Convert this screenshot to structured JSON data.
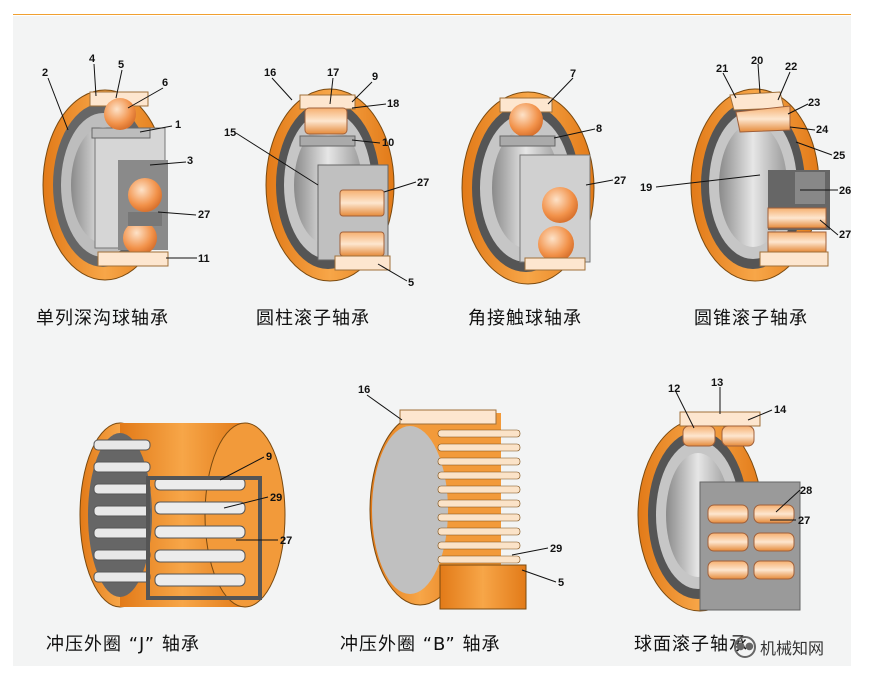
{
  "captions": {
    "deep_groove": "单列深沟球轴承",
    "cylindrical": "圆柱滚子轴承",
    "angular": "角接触球轴承",
    "tapered": "圆锥滚子轴承",
    "needle_j": "冲压外圈 “J” 轴承",
    "needle_b": "冲压外圈 “B” 轴承",
    "spherical": "球面滚子轴承"
  },
  "labels": {
    "deep_groove": [
      "2",
      "4",
      "5",
      "6",
      "1",
      "3",
      "27",
      "11"
    ],
    "cylindrical": [
      "16",
      "17",
      "9",
      "18",
      "15",
      "10",
      "27",
      "5"
    ],
    "angular": [
      "7",
      "8",
      "27"
    ],
    "tapered": [
      "21",
      "20",
      "22",
      "23",
      "24",
      "25",
      "19",
      "26",
      "27"
    ],
    "needle_j": [
      "9",
      "29",
      "27"
    ],
    "needle_b": [
      "16",
      "29",
      "5"
    ],
    "spherical": [
      "12",
      "13",
      "14",
      "28",
      "27"
    ]
  },
  "watermark": "机械知网",
  "colors": {
    "orange": "#f2922a",
    "steel": "#c8c8c8",
    "dark": "#555555",
    "ball": "#f4a46a",
    "frame": "#f0a030"
  }
}
